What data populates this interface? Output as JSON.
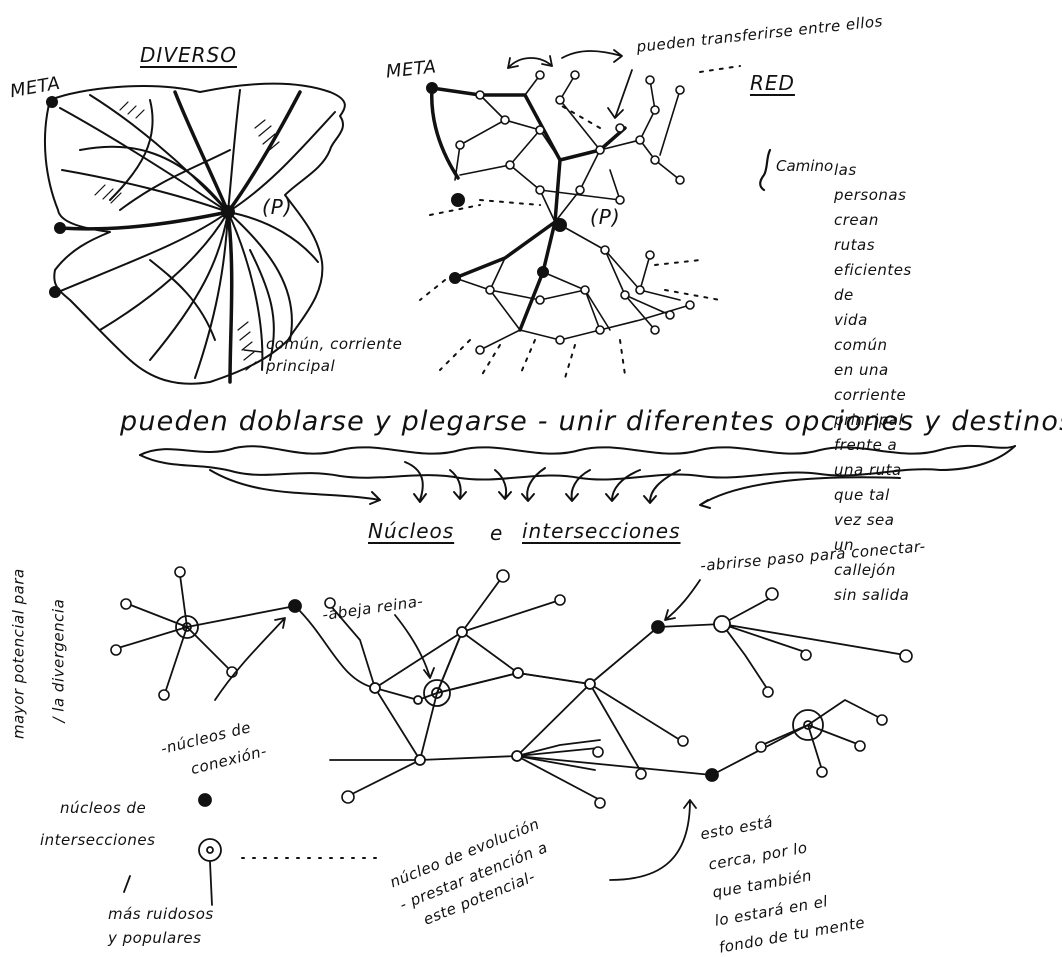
{
  "colors": {
    "ink": "#111111",
    "paper": "#ffffff"
  },
  "diverso": {
    "title": "DIVERSO",
    "meta": "META",
    "p_label": "(P)",
    "common_label_1": "común, corriente",
    "common_label_2": "principal"
  },
  "red": {
    "title": "RED",
    "meta": "META",
    "p_label": "(P)",
    "transfer_label": "pueden transferirse entre ellos"
  },
  "camino": {
    "word": "Camino",
    "lines": [
      "las personas crean",
      "rutas eficientes de",
      "vida común en una",
      "corriente principal",
      "frente a una ruta",
      "que tal vez sea un",
      "callejón sin salida"
    ]
  },
  "fold": {
    "heading": "pueden doblarse y plegarse - unir diferentes opciones y destinos"
  },
  "nucleos": {
    "title_a": "Núcleos",
    "title_join": "e",
    "title_b": "intersecciones",
    "side_note_1": "mayor potencial para",
    "side_note_2": "/ la divergencia",
    "abeja": "-abeja reina-",
    "abrirse": "-abrirse paso para conectar-",
    "conexion_1": "-núcleos de",
    "conexion_2": "conexión-",
    "inter_1": "núcleos de",
    "inter_2": "intersecciones",
    "ruidosos_1": "más ruidosos",
    "ruidosos_2": "y populares",
    "evolucion_1": "núcleo de evolución",
    "evolucion_2": "- prestar atención a",
    "evolucion_3": "este potencial-",
    "cerca_1": "esto está",
    "cerca_2": "cerca, por lo",
    "cerca_3": "que también",
    "cerca_4": "lo estará en el",
    "cerca_5": "fondo de tu mente"
  }
}
